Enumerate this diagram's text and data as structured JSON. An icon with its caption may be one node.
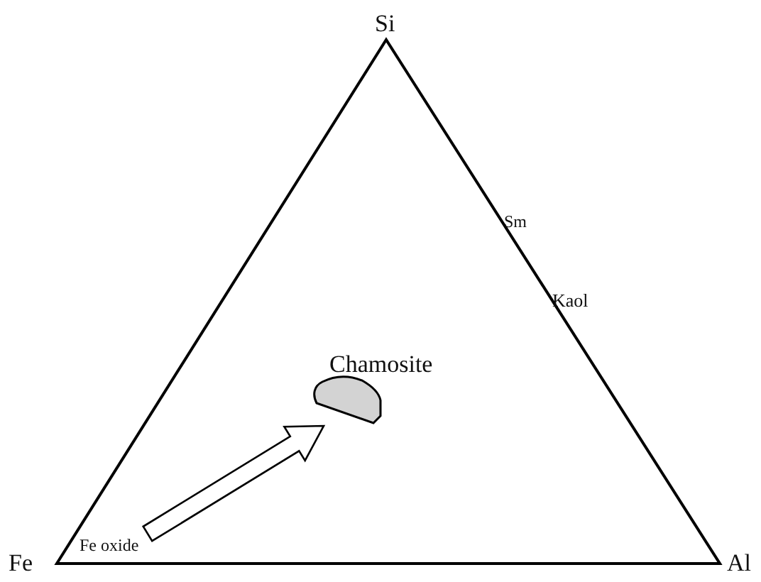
{
  "diagram": {
    "nodes": [
      {
        "text": [
          "Fe oxide"
        ]
      },
      {
        "text": [
          "Chamosite"
        ]
      }
    ],
    "edges": [
      {
        "from": 0,
        "to": 1,
        "arrow": "to",
        "style": "thick"
      }
    ],
    "labels": [
      "Si",
      "Sm",
      "Kaol",
      "Fe",
      "Al"
    ]
  }
}
